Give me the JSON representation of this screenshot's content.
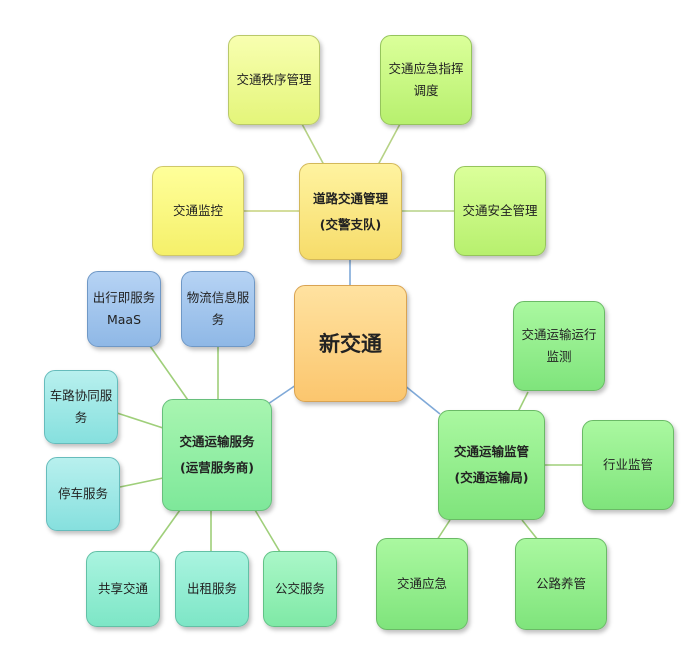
{
  "center": "新交通",
  "branches": {
    "road": {
      "title": "道路交通管理",
      "subtitle": "(交警支队)",
      "leaves": [
        "交通秩序管理",
        "交通应急指挥调度",
        "交通监控",
        "交通安全管理"
      ]
    },
    "supervision": {
      "title": "交通运输监管",
      "subtitle": "(交通运输局)",
      "leaves": [
        "交通运输运行监测",
        "行业监管",
        "交通应急",
        "公路养管"
      ]
    },
    "service": {
      "title": "交通运输服务",
      "subtitle": "(运营服务商)",
      "leaves": [
        "出行即服务MaaS",
        "物流信息服务",
        "车路协同服务",
        "停车服务",
        "共享交通",
        "出租服务",
        "公交服务"
      ]
    }
  },
  "colors": {
    "line_green": "#9fcf7a",
    "line_blue": "#7fa9d8",
    "line_olive": "#c5d27c"
  }
}
